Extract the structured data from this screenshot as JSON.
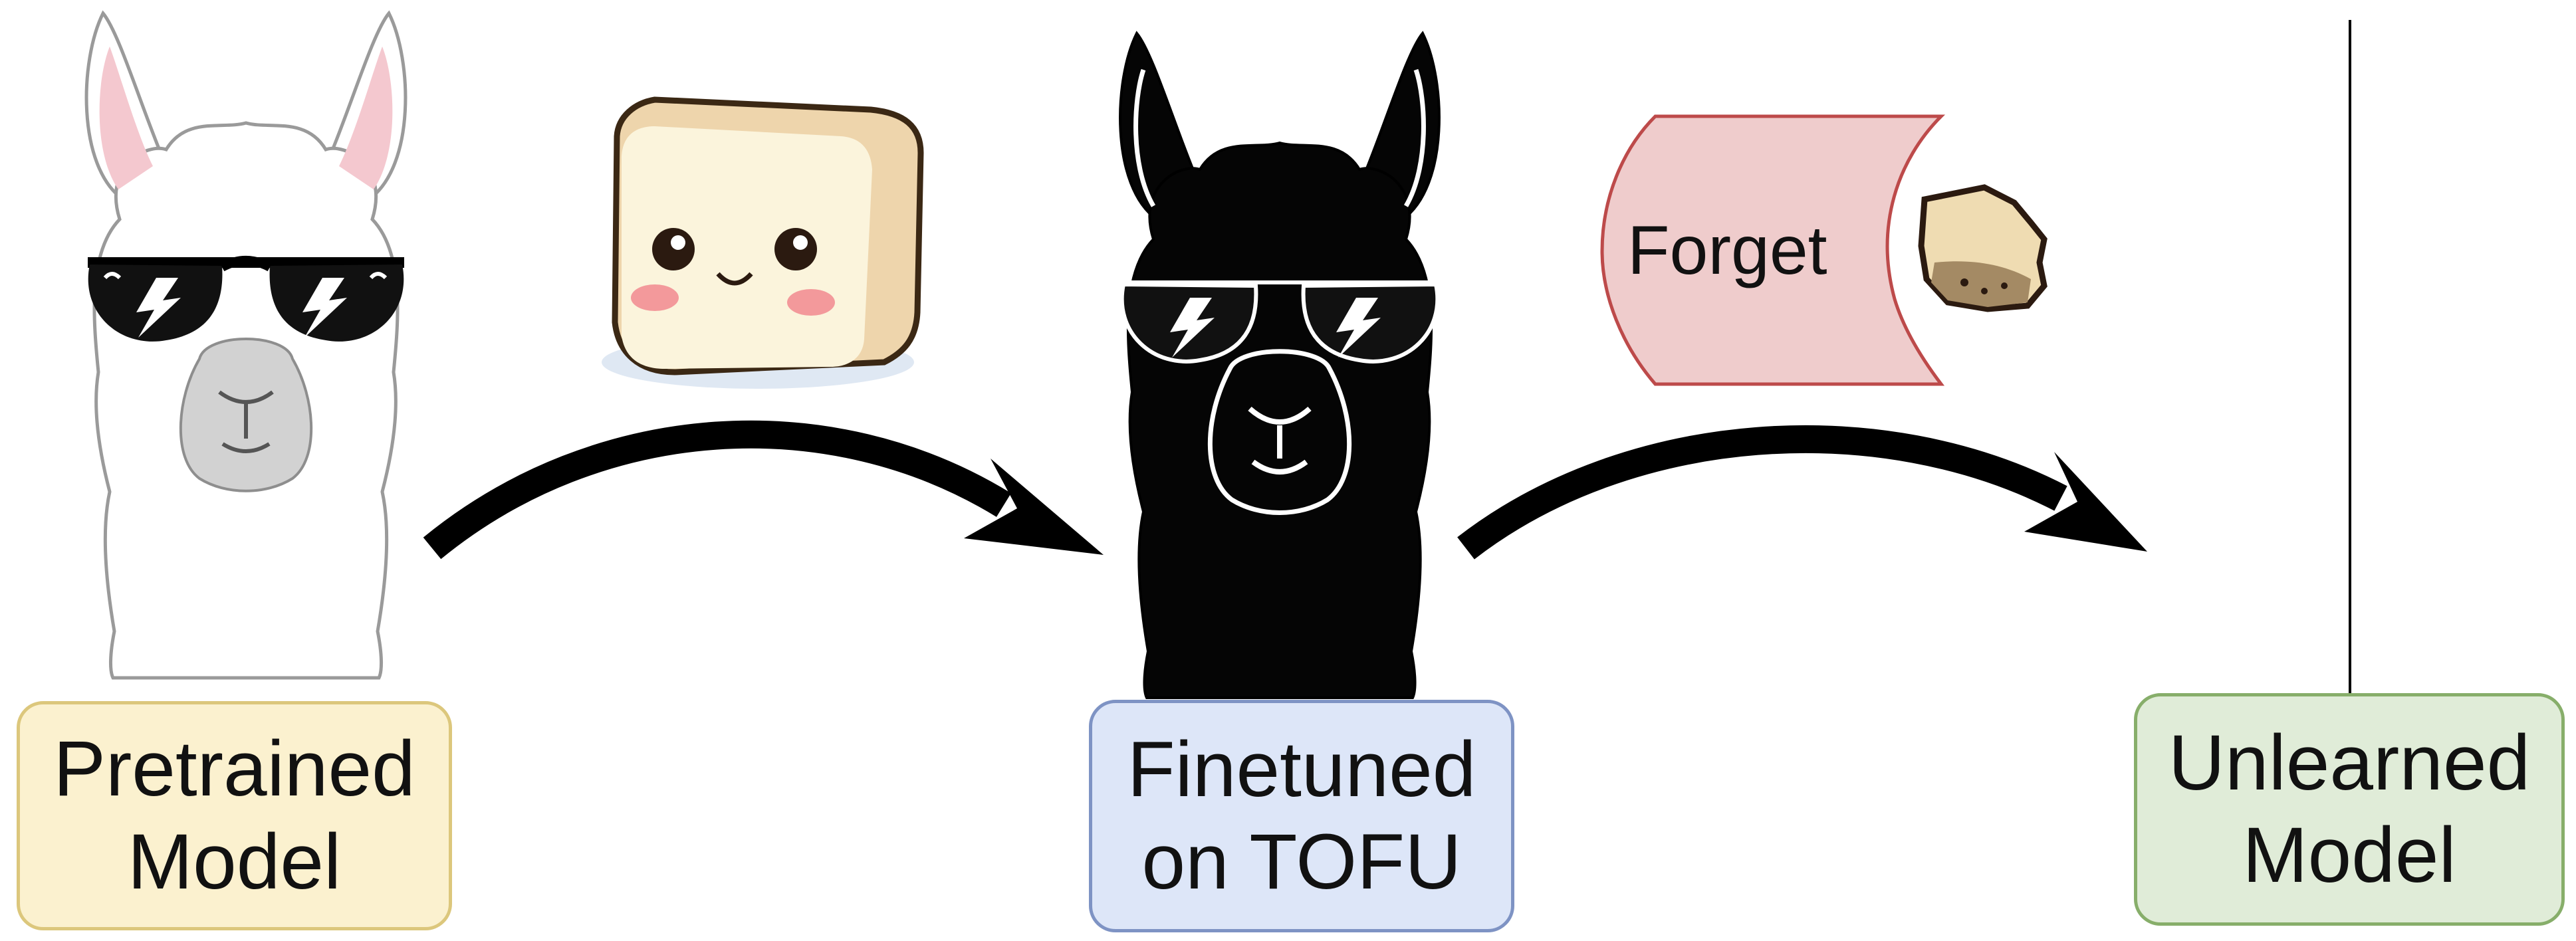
{
  "stages": {
    "pretrained": {
      "line1": "Pretrained",
      "line2": "Model",
      "color": "#fbf1cf",
      "border": "#dcc77c"
    },
    "finetuned": {
      "line1": "Finetuned",
      "line2": "on TOFU",
      "color": "#dde6f8",
      "border": "#7e93c4"
    },
    "unlearned": {
      "line1": "Unlearned",
      "line2": "Model",
      "color": "#e0ecd8",
      "border": "#87ae6a"
    }
  },
  "forget_tag": {
    "label": "Forget",
    "color": "#efcccc",
    "border": "#bd4a4a"
  },
  "icons": [
    "white-llama-icon",
    "tofu-block-icon",
    "black-llama-icon",
    "tofu-crumb-icon",
    "half-llama-icon",
    "arrow-icon"
  ]
}
